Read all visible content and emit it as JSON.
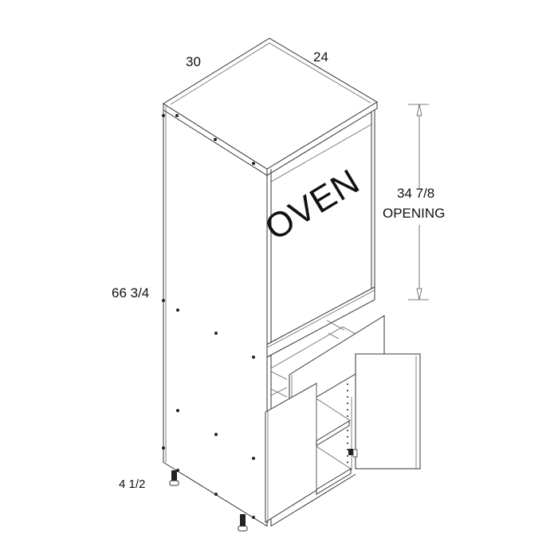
{
  "diagram": {
    "type": "cabinet-isometric",
    "label": "OVEN",
    "dimensions": {
      "width": "30",
      "depth": "24",
      "height": "66 3/4",
      "opening_value": "34 7/8",
      "opening_label": "OPENING",
      "toe_kick": "4 1/2"
    },
    "components": [
      "top",
      "oven-opening",
      "drawer",
      "left-door",
      "right-door-open",
      "adjustable-shelf",
      "leveling-legs"
    ],
    "colors": {
      "line": "#333333",
      "background": "#ffffff"
    }
  }
}
